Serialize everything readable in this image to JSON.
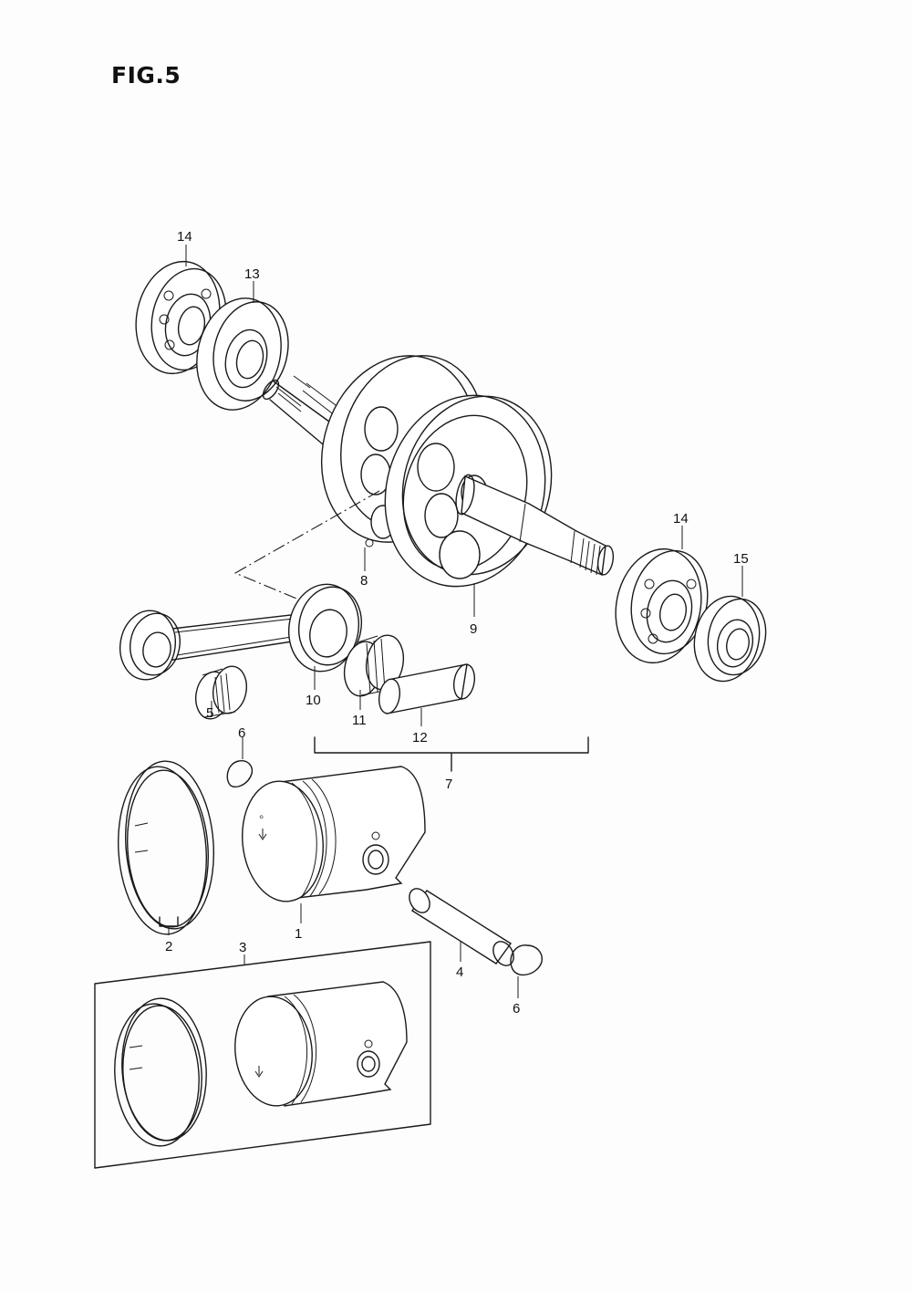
{
  "figure": {
    "title": "FIG.5"
  },
  "callouts": {
    "c1": "1",
    "c2": "2",
    "c3": "3",
    "c4": "4",
    "c5": "5",
    "c6a": "6",
    "c6b": "6",
    "c7": "7",
    "c8": "8",
    "c9": "9",
    "c10": "10",
    "c11": "11",
    "c12": "12",
    "c13": "13",
    "c14a": "14",
    "c14b": "14",
    "c15": "15"
  }
}
